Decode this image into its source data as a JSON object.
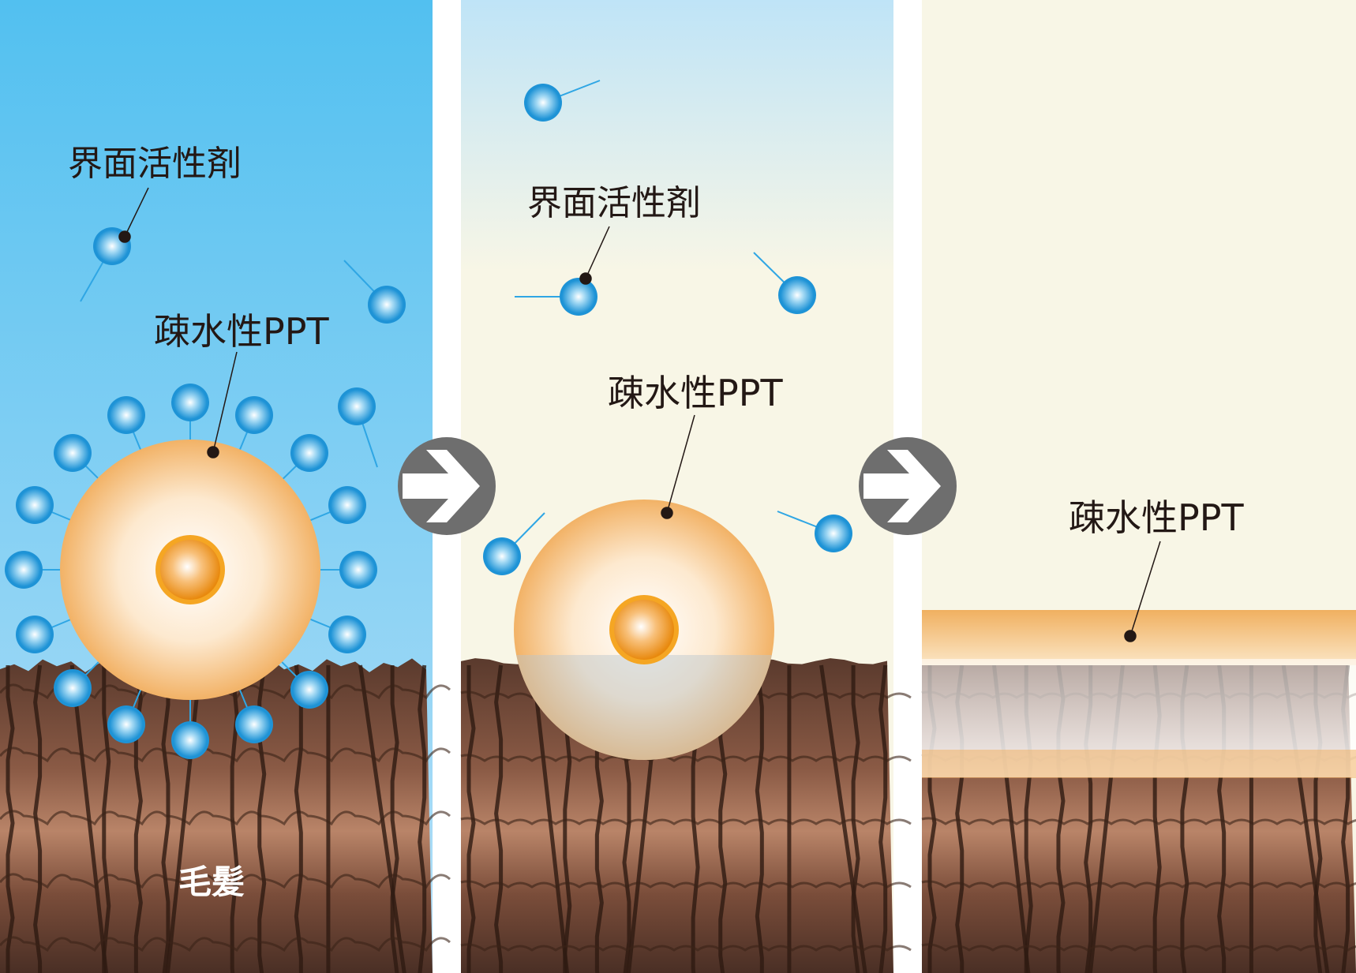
{
  "labels": {
    "surfactant": "界面活性剤",
    "ppt": "疎水性PPT",
    "hair": "毛髪"
  },
  "colors": {
    "panel1_sky_top": "#52c0f0",
    "panel1_sky_bottom": "#b4dff7",
    "panel_cream": "#f8f6e6",
    "panel2_sky_top": "#bfe4f7",
    "hair_dark": "#4a2f25",
    "hair_mid": "#8a5a45",
    "hair_light": "#b98468",
    "ppt_orange": "#f2b266",
    "ppt_core": "#f5a623",
    "surfactant_blue": "#2fa6e4",
    "arrow_gray": "#6e6e6e",
    "leader": "#231815"
  },
  "icons": {
    "arrow1": "right-arrow-icon",
    "arrow2": "right-arrow-icon"
  }
}
